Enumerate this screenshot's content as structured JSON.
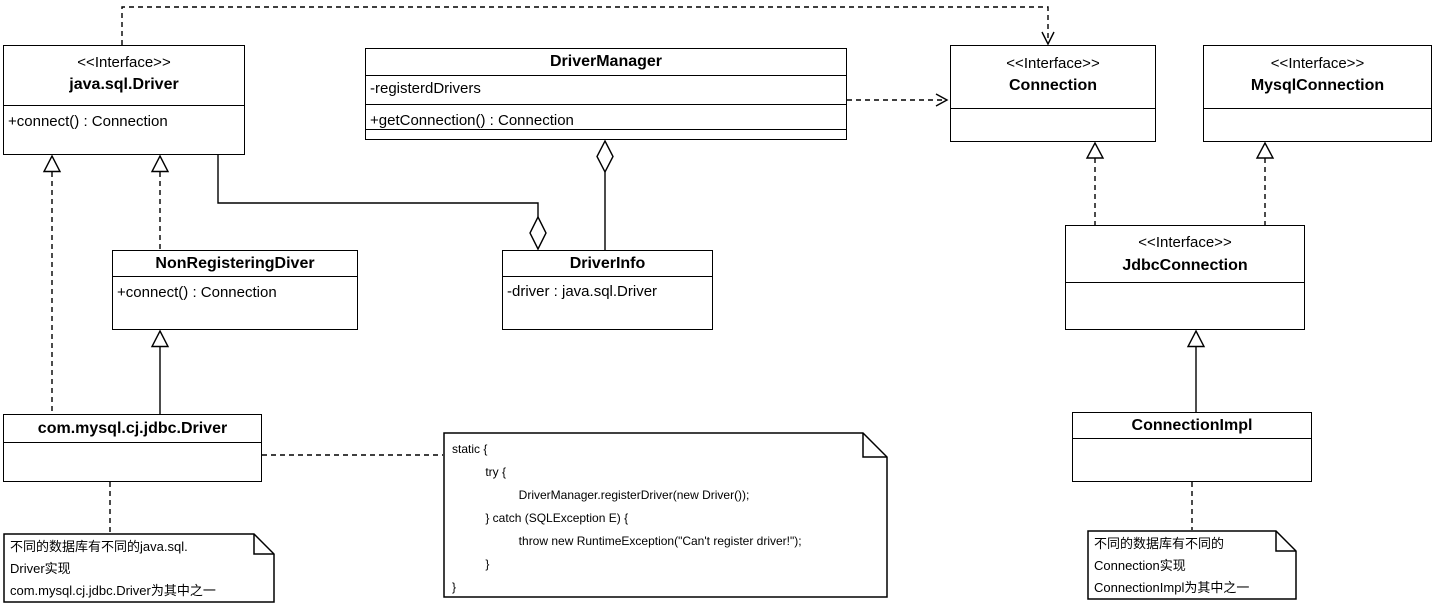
{
  "classes": {
    "javaSqlDriver": {
      "stereotype": "<<Interface>>",
      "name": "java.sql.Driver",
      "method": "+connect() : Connection"
    },
    "driverManager": {
      "name": "DriverManager",
      "attribute": "-registerdDrivers",
      "method": "+getConnection() : Connection"
    },
    "connection": {
      "stereotype": "<<Interface>>",
      "name": "Connection"
    },
    "mysqlConnection": {
      "stereotype": "<<Interface>>",
      "name": "MysqlConnection"
    },
    "nonRegisteringDiver": {
      "name": "NonRegisteringDiver",
      "method": "+connect() : Connection"
    },
    "driverInfo": {
      "name": "DriverInfo",
      "attribute": "-driver : java.sql.Driver"
    },
    "jdbcConnection": {
      "stereotype": "<<Interface>>",
      "name": "JdbcConnection"
    },
    "comMysqlDriver": {
      "name": "com.mysql.cj.jdbc.Driver"
    },
    "connectionImpl": {
      "name": "ConnectionImpl"
    }
  },
  "notes": {
    "staticBlock": {
      "lines": [
        "static {",
        "          try {",
        "                    DriverManager.registerDriver(new Driver());",
        "          } catch (SQLException E) {",
        "                    throw new RuntimeException(\"Can't register driver!\");",
        "          }",
        "}"
      ]
    },
    "driverNote": {
      "lines": [
        "不同的数据库有不同的java.sql.",
        "Driver实现",
        "com.mysql.cj.jdbc.Driver为其中之一"
      ]
    },
    "connectionNote": {
      "lines": [
        "不同的数据库有不同的",
        "Connection实现",
        "ConnectionImpl为其中之一"
      ]
    }
  },
  "relationships": [
    {
      "from": "java.sql.Driver",
      "to": "Connection",
      "type": "dependency-dashed-open-arrow"
    },
    {
      "from": "DriverManager",
      "to": "Connection",
      "type": "dependency-dashed-open-arrow"
    },
    {
      "from": "com.mysql.cj.jdbc.Driver",
      "to": "java.sql.Driver",
      "type": "realization-dashed-hollow-triangle"
    },
    {
      "from": "NonRegisteringDiver",
      "to": "java.sql.Driver",
      "type": "realization-dashed-hollow-triangle"
    },
    {
      "from": "com.mysql.cj.jdbc.Driver",
      "to": "NonRegisteringDiver",
      "type": "generalization-solid-hollow-triangle"
    },
    {
      "from": "JdbcConnection",
      "to": "Connection",
      "type": "realization-dashed-hollow-triangle"
    },
    {
      "from": "JdbcConnection",
      "to": "MysqlConnection",
      "type": "realization-dashed-hollow-triangle"
    },
    {
      "from": "ConnectionImpl",
      "to": "JdbcConnection",
      "type": "generalization-solid-hollow-triangle"
    },
    {
      "from": "java.sql.Driver",
      "to": "DriverInfo",
      "type": "aggregation-diamond-at-DriverInfo"
    },
    {
      "from": "DriverInfo",
      "to": "DriverManager",
      "type": "aggregation-diamond-at-DriverManager"
    },
    {
      "from": "com.mysql.cj.jdbc.Driver",
      "to": "static-block-note",
      "type": "note-anchor-dashed"
    },
    {
      "from": "com.mysql.cj.jdbc.Driver",
      "to": "driver-note",
      "type": "note-anchor-dashed"
    },
    {
      "from": "ConnectionImpl",
      "to": "connection-note",
      "type": "note-anchor-dashed"
    }
  ]
}
